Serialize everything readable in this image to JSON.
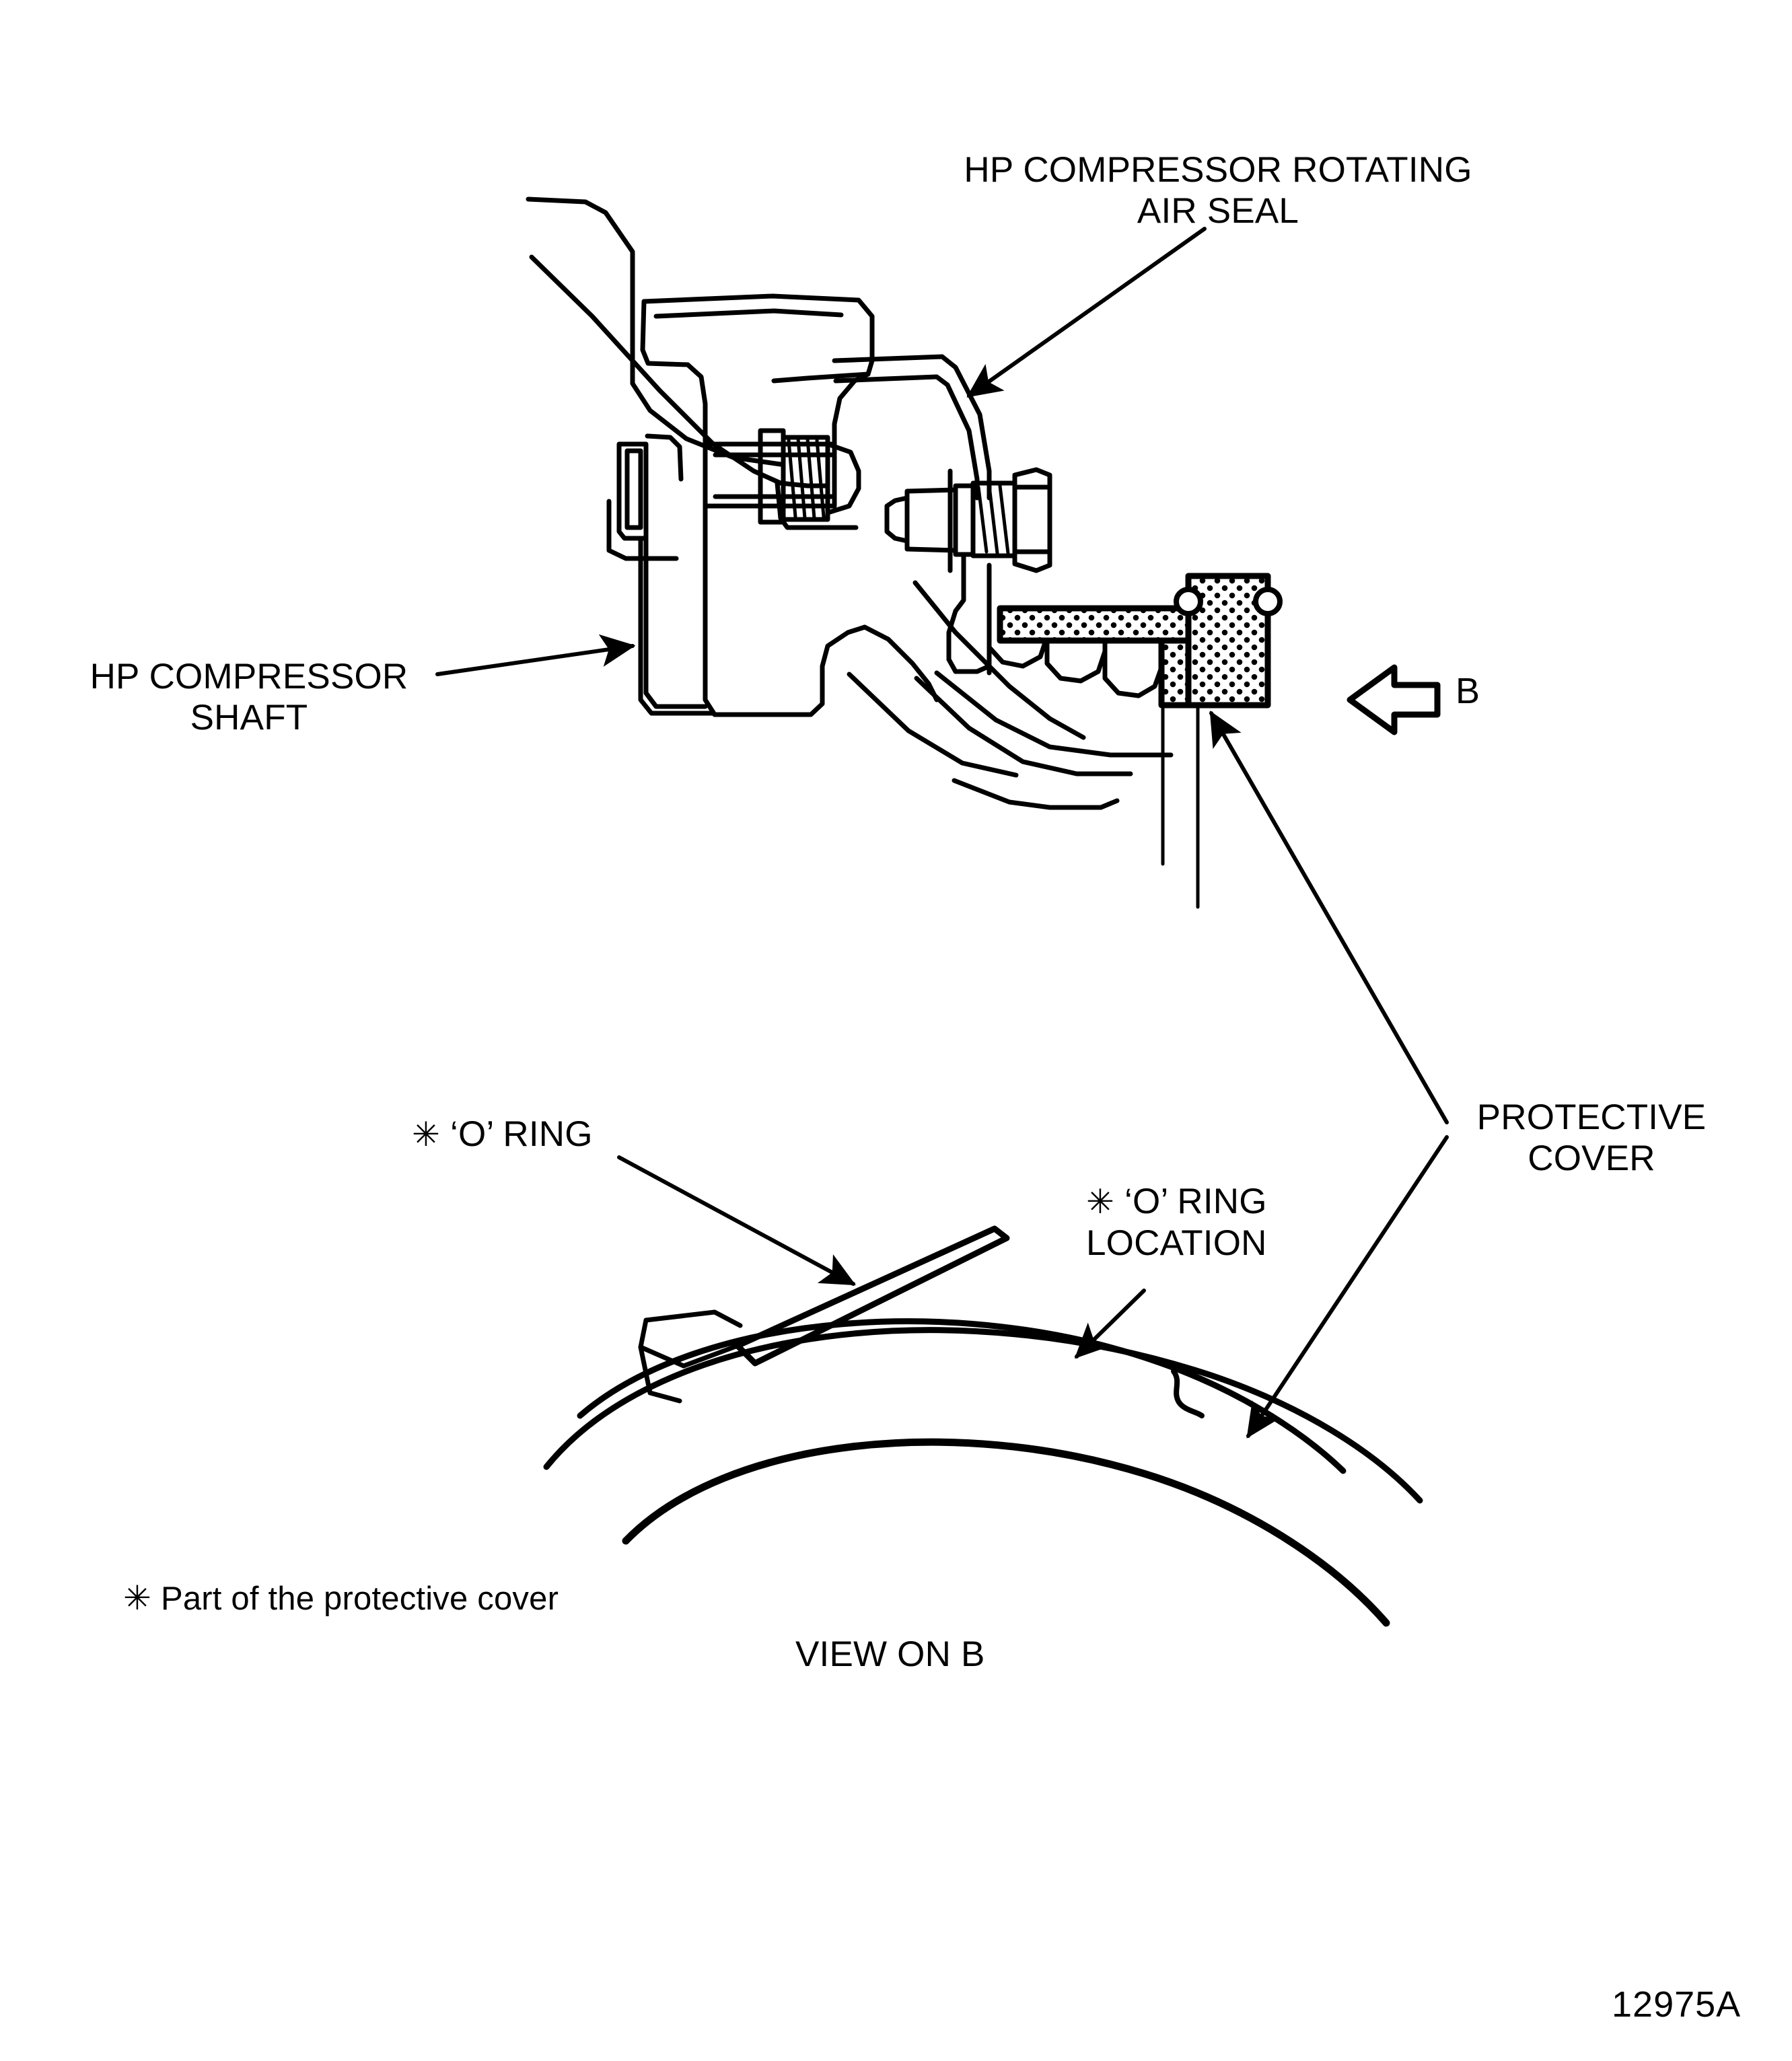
{
  "document": {
    "type": "technical-illustration",
    "figure_id": "12975A",
    "background_color": "#ffffff",
    "line_color": "#000000"
  },
  "labels": {
    "air_seal": {
      "line1": "HP COMPRESSOR ROTATING",
      "line2": "AIR SEAL"
    },
    "hp_shaft": {
      "line1": "HP COMPRESSOR",
      "line2": "SHAFT"
    },
    "view_arrow_b": "B",
    "protective_cover": {
      "line1": "PROTECTIVE",
      "line2": "COVER"
    },
    "o_ring": {
      "marker": "✳",
      "text": "‘O’ RING"
    },
    "o_ring_location": {
      "marker": "✳",
      "line1": "‘O’ RING",
      "line2": "LOCATION"
    },
    "footnote": {
      "marker": "✳",
      "text": "Part of the protective cover"
    },
    "view_on_b": "VIEW ON B",
    "figure_id": "12975A"
  },
  "icons": {
    "view_direction_arrow": "hollow-left-arrow-icon",
    "leader_arrow": "solid-arrowhead-icon",
    "asterisk_marker": "six-point-star-icon"
  },
  "views": {
    "section": {
      "name": "sectional-view",
      "components": [
        "hp-compressor-shaft",
        "hp-compressor-rotating-air-seal",
        "bolt-and-nut-joint",
        "protective-cover"
      ]
    },
    "view_on_b": {
      "name": "view-on-b",
      "components": [
        "protective-cover-rim-arc",
        "o-ring-strip",
        "o-ring-location-notch"
      ]
    }
  }
}
